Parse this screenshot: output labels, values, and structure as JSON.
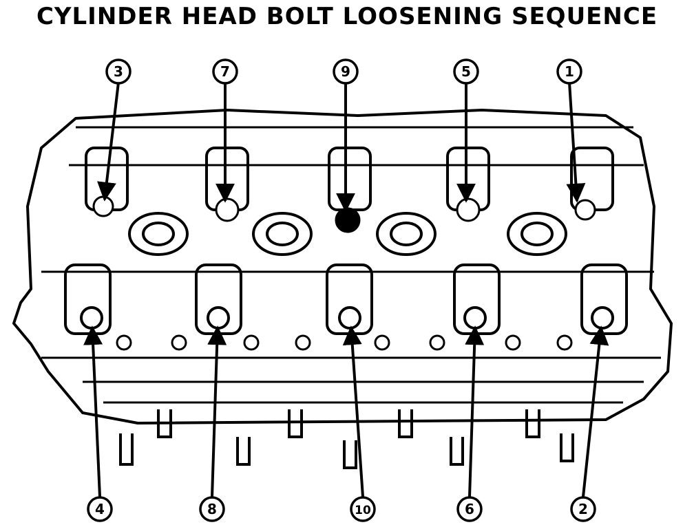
{
  "title": "CYLINDER HEAD BOLT LOOSENING SEQUENCE",
  "callouts": [
    "3",
    "7",
    "9",
    "5",
    "1",
    "4",
    "8",
    "10",
    "6",
    "2"
  ],
  "colors": {
    "ink": "#000000",
    "paper": "#ffffff"
  }
}
